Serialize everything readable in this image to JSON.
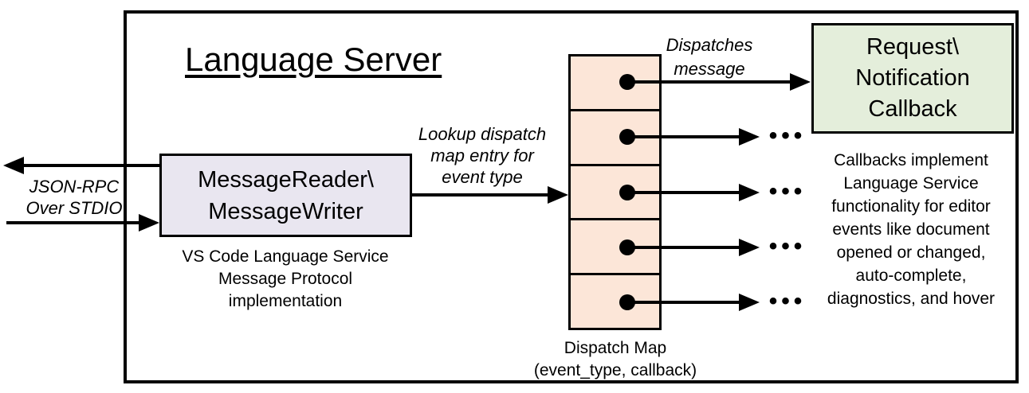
{
  "title": "Language Server",
  "io_label": "JSON-RPC\nOver STDIO",
  "message_box": {
    "title": "MessageReader\\\nMessageWriter",
    "caption": "VS Code Language Service\nMessage Protocol implementation"
  },
  "lookup_label": "Lookup dispatch\nmap entry for\nevent type",
  "dispatches_label": "Dispatches\nmessage",
  "dispatch_map": {
    "caption": "Dispatch Map\n(event_type, callback)",
    "cell_count": 5
  },
  "callback_box": {
    "title": "Request\\\nNotification\nCallback"
  },
  "callbacks_note": "Callbacks implement\nLanguage Service\nfunctionality for editor\nevents like document\nopened or changed,\nauto-complete,\ndiagnostics, and hover",
  "ellipsis": "•••",
  "colors": {
    "message_box_fill": "#e9e6f0",
    "dispatch_map_fill": "#fce6d8",
    "callback_box_fill": "#e4eedb",
    "line": "#000000",
    "background": "#ffffff"
  }
}
